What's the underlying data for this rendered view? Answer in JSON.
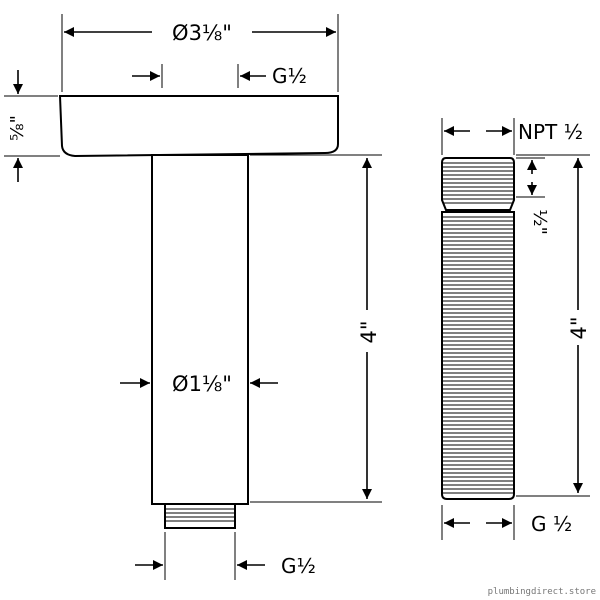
{
  "arm": {
    "flange_diameter": "Ø3⅛\"",
    "top_thread": "G½",
    "flange_height": "⅝\"",
    "length": "4\"",
    "tube_diameter": "Ø1⅛\"",
    "bottom_thread": "G½"
  },
  "nipple": {
    "top_thread": "NPT ½",
    "top_thread_length": "½\"",
    "length": "4\"",
    "bottom_thread": "G ½"
  },
  "watermark": "plumbingdirect.store"
}
